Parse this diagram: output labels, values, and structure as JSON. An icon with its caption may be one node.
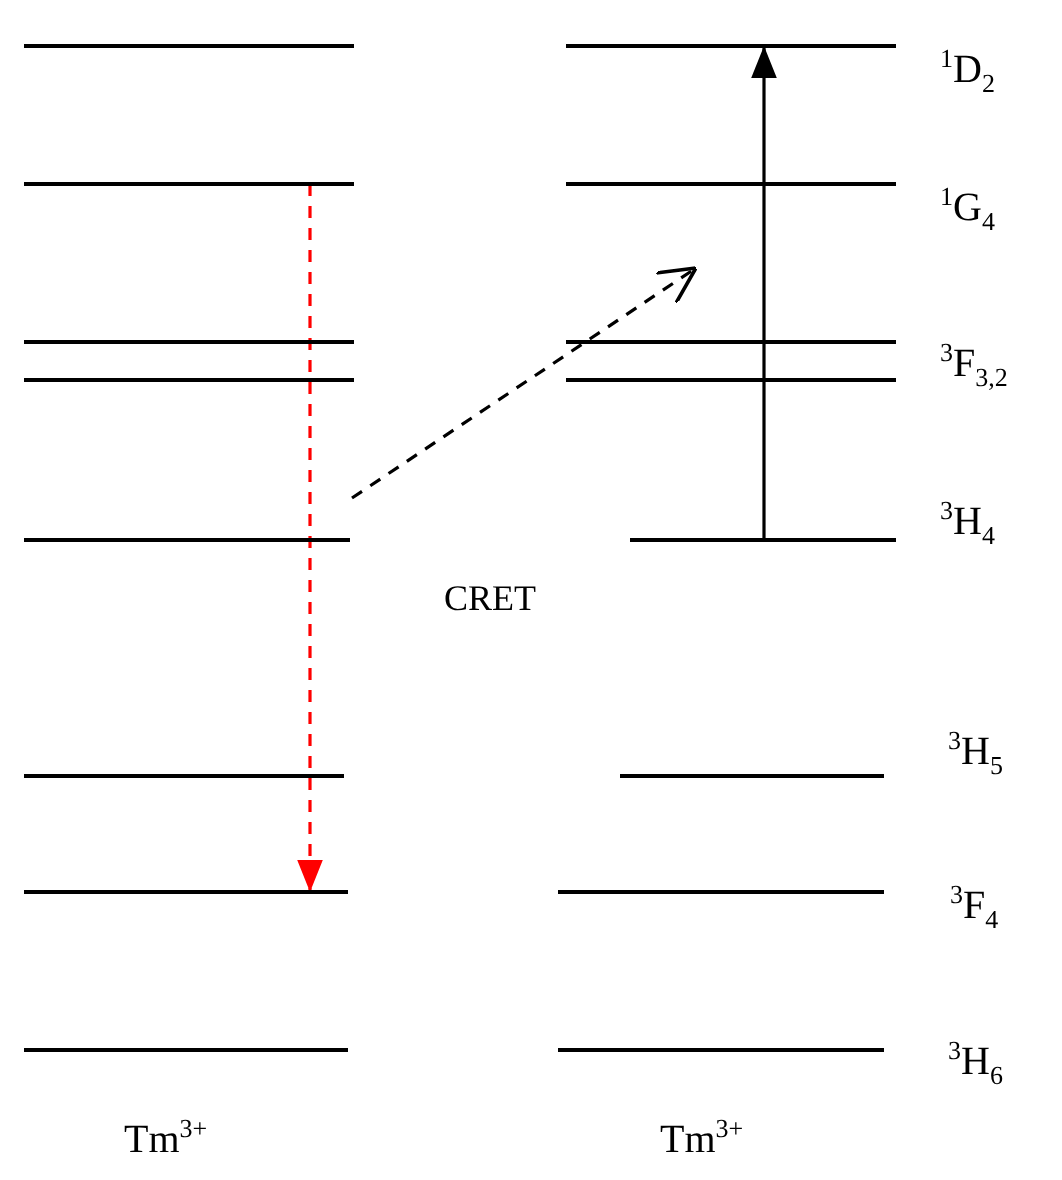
{
  "diagram": {
    "nodes": [
      {
        "text": [],
        "shape": "bar"
      },
      {
        "text": [],
        "shape": "bar"
      },
      {
        "text": [],
        "shape": "bar"
      },
      {
        "text": [],
        "shape": "bar"
      },
      {
        "text": [],
        "shape": "bar"
      },
      {
        "text": [],
        "shape": "bar"
      },
      {
        "text": [],
        "shape": "bar"
      },
      {
        "text": [],
        "shape": "bar"
      },
      {
        "text": [],
        "shape": "bar"
      },
      {
        "text": [],
        "shape": "bar"
      },
      {
        "text": [],
        "shape": "bar"
      },
      {
        "text": [],
        "shape": "bar"
      },
      {
        "text": [],
        "shape": "bar"
      },
      {
        "text": [],
        "shape": "bar"
      },
      {
        "text": [],
        "shape": "bar"
      },
      {
        "text": [],
        "shape": "bar"
      }
    ],
    "edges": [
      {
        "from": 1,
        "to": 6,
        "arrow": "to",
        "style": "dashed",
        "color": "#ff0000"
      },
      {
        "from": 12,
        "to": 8,
        "arrow": "to"
      },
      {
        "from": 4,
        "to": null,
        "arrow": "to",
        "style": "dashed"
      }
    ],
    "labels": [
      "$^{1}$D$_{2}$",
      "$^{1}$G$_{4}$",
      "$^{3}$F$_{3,2}$",
      "$^{3}$H$_{4}$",
      "CRET",
      "$^{3}$H$_{5}$",
      "$^{3}$F$_{4}$",
      "$^{3}$H$_{6}$",
      "Tm$^{3+}$",
      "Tm$^{3+}$"
    ]
  }
}
